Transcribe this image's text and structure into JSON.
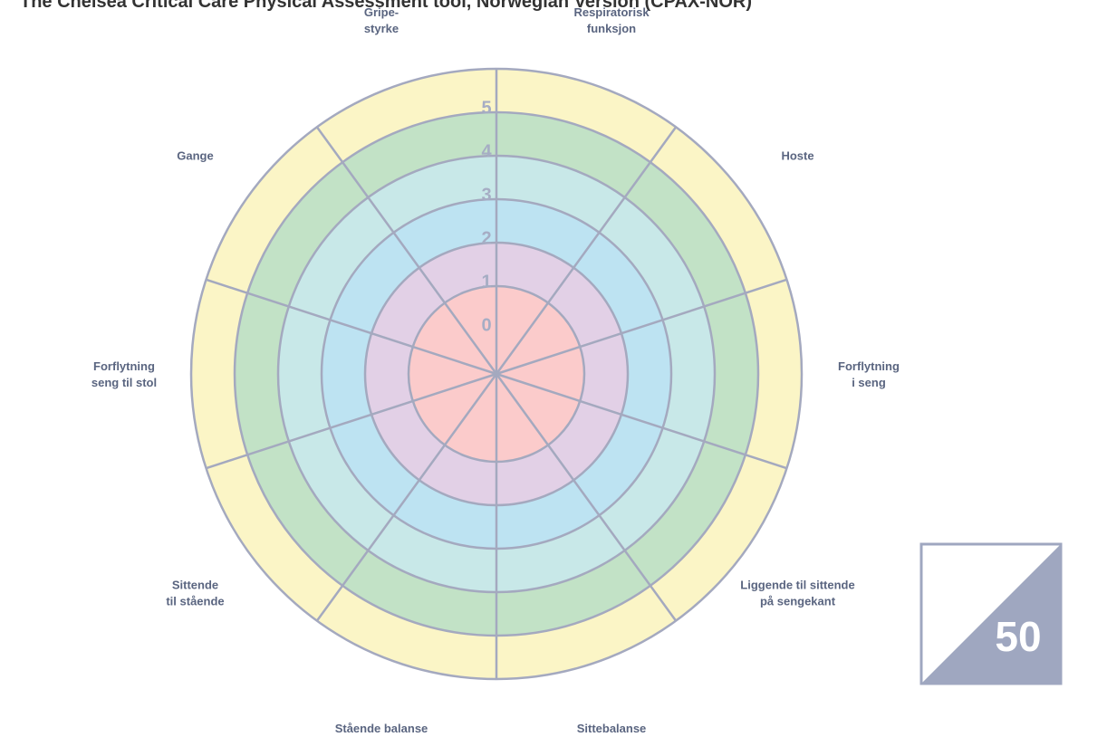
{
  "title": "The Chelsea Critical Care Physical Assessment tool, Norwegian Version (CPAX-NOR)",
  "wheel": {
    "levels": [
      "0",
      "1",
      "2",
      "3",
      "4",
      "5"
    ],
    "ring_colors": [
      "#fbcbcb",
      "#e2d0e6",
      "#bde3f2",
      "#c8e8e8",
      "#c2e2c6",
      "#fbf5c6"
    ],
    "line_color": "#a4a9bf",
    "axes": [
      {
        "id": "respiratorisk-funksjon",
        "lines": [
          "Respiratorisk",
          "funksjon"
        ]
      },
      {
        "id": "hoste",
        "lines": [
          "Hoste"
        ]
      },
      {
        "id": "forflytning-i-seng",
        "lines": [
          "Forflytning",
          "i seng"
        ]
      },
      {
        "id": "liggende-til-sittende",
        "lines": [
          "Liggende til sittende",
          "på sengekant"
        ]
      },
      {
        "id": "sittebalanse",
        "lines": [
          "Sittebalanse"
        ]
      },
      {
        "id": "staaende-balanse",
        "lines": [
          "Stående balanse"
        ]
      },
      {
        "id": "sittende-til-staaende",
        "lines": [
          "Sittende",
          "til stående"
        ]
      },
      {
        "id": "forflytning-seng-til-stol",
        "lines": [
          "Forflytning",
          "seng til stol"
        ]
      },
      {
        "id": "gange",
        "lines": [
          "Gange"
        ]
      },
      {
        "id": "gripestyrke",
        "lines": [
          "Gripe-",
          "styrke"
        ]
      }
    ]
  },
  "score_box": {
    "total": "50",
    "triangle_color": "#9fa7c0",
    "border_color": "#9fa7c0"
  }
}
